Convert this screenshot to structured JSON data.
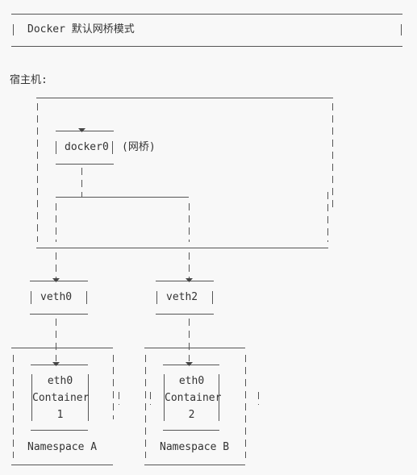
{
  "title": "Docker 默认网桥模式",
  "host_label": "宿主机:",
  "bridge": {
    "name": "docker0",
    "note": "(网桥)"
  },
  "veths": [
    "veth0",
    "veth2"
  ],
  "containers": [
    {
      "iface": "eth0",
      "label": "Container",
      "index": "1",
      "namespace": "Namespace A"
    },
    {
      "iface": "eth0",
      "label": "Container",
      "index": "2",
      "namespace": "Namespace B"
    }
  ],
  "colors": {
    "background": "#f8f8f8",
    "text": "#333333",
    "line": "#555555"
  }
}
